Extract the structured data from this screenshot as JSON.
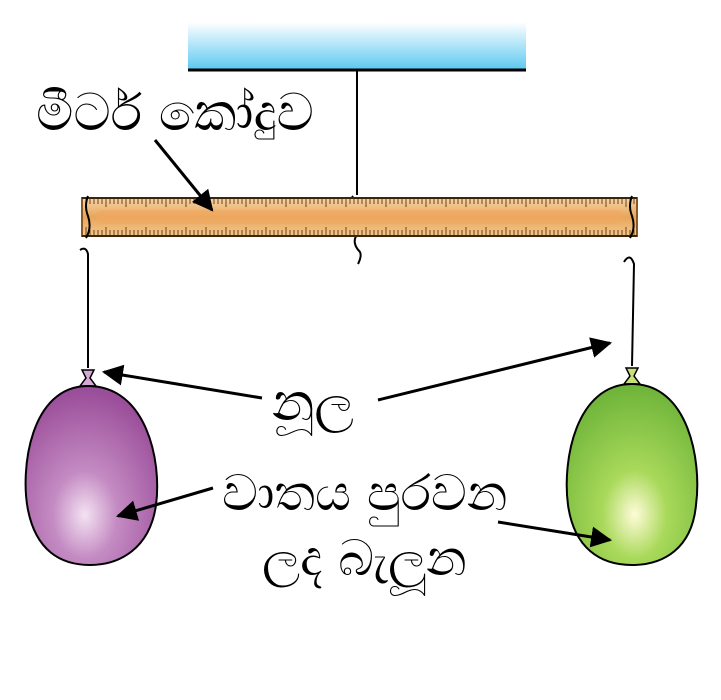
{
  "labels": {
    "meter_ruler": "මීටර් කෝදුව",
    "string": "නූල",
    "inflated_balloon_line1": "වාතය පුරවන",
    "inflated_balloon_line2": "ලද බැලූන"
  },
  "colors": {
    "ceiling": "#5bc8f0",
    "ruler": "#e8a45a",
    "ruler_edge": "#b5762e",
    "balloon_left": "#a75aa6",
    "balloon_right": "#7dc243",
    "knot_left": "#d9a6d8",
    "knot_right": "#c8e07a"
  },
  "icons": [
    "ceiling-support",
    "meter-ruler",
    "string",
    "balloon-left",
    "balloon-right",
    "pointer-arrow"
  ]
}
